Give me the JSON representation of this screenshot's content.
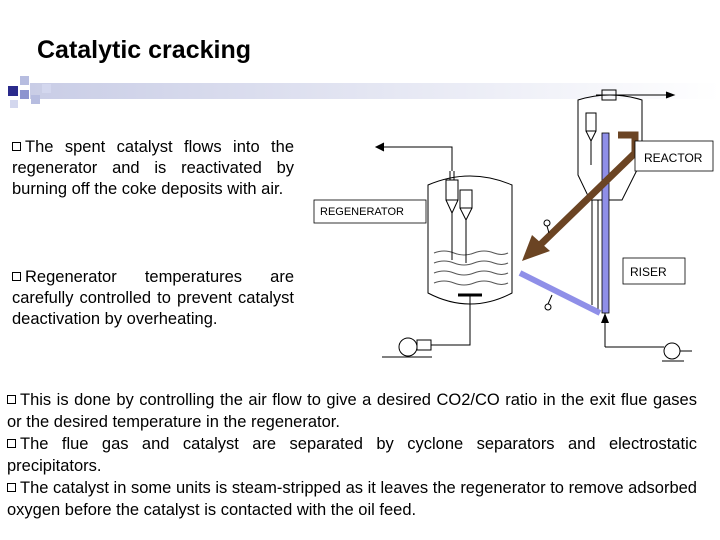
{
  "title": "Catalytic cracking",
  "bullets_left": [
    "The spent catalyst flows into the regenerator and is reactivated by burning off the coke deposits with air.",
    "Regenerator temperatures are carefully controlled to prevent catalyst deactivation by overheating."
  ],
  "bullets_bottom": [
    "This is done by controlling the air flow to give a desired CO2/CO ratio in the exit flue gases or the desired temperature in the regenerator.",
    "The flue gas and catalyst are separated by cyclone separators and electrostatic precipitators.",
    "The catalyst in some units is steam-stripped as it leaves the regenerator to remove adsorbed oxygen before the catalyst is contacted with the oil feed."
  ],
  "diagram": {
    "labels": {
      "reactor": "REACTOR",
      "regenerator": "REGENERATOR",
      "riser": "RISER"
    }
  },
  "colors": {
    "arrow_brown": "#6b4423",
    "riser_blue": "#8f8fe8",
    "deco_blue": "#2b2b8c"
  }
}
